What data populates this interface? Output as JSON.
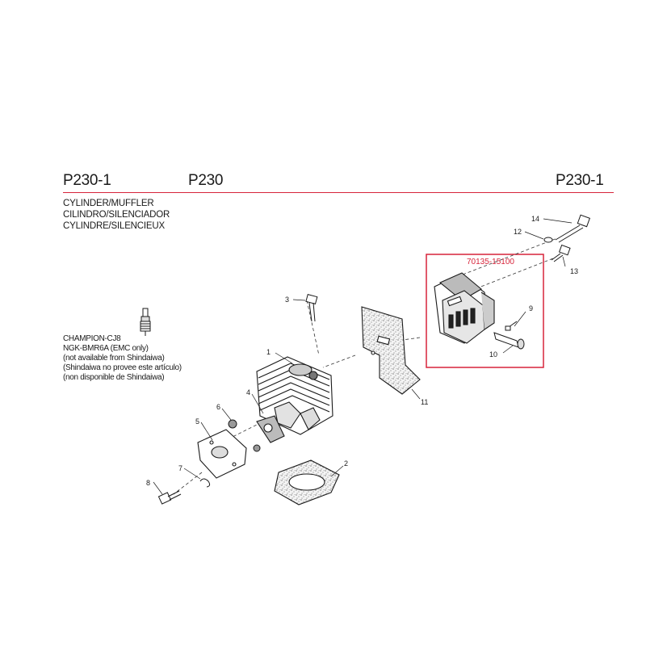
{
  "header": {
    "code_left": "P230-1",
    "model": "P230",
    "code_right": "P230-1"
  },
  "section_titles": [
    "CYLINDER/MUFFLER",
    "CILINDRO/SILENCIADOR",
    "CYLINDRE/SILENCIEUX"
  ],
  "spark_plug_notes": [
    "CHAMPION-CJ8",
    "NGK-BMR6A (EMC only)",
    "(not available from Shindaiwa)",
    "(Shindaiwa no provee este artículo)",
    "(non disponible de Shindaiwa)"
  ],
  "callouts": [
    "1",
    "2",
    "3",
    "4",
    "5",
    "6",
    "7",
    "8",
    "9",
    "10",
    "11",
    "12",
    "13",
    "14"
  ],
  "highlight": {
    "part_number": "70135-15100",
    "color": "#d7243a"
  }
}
